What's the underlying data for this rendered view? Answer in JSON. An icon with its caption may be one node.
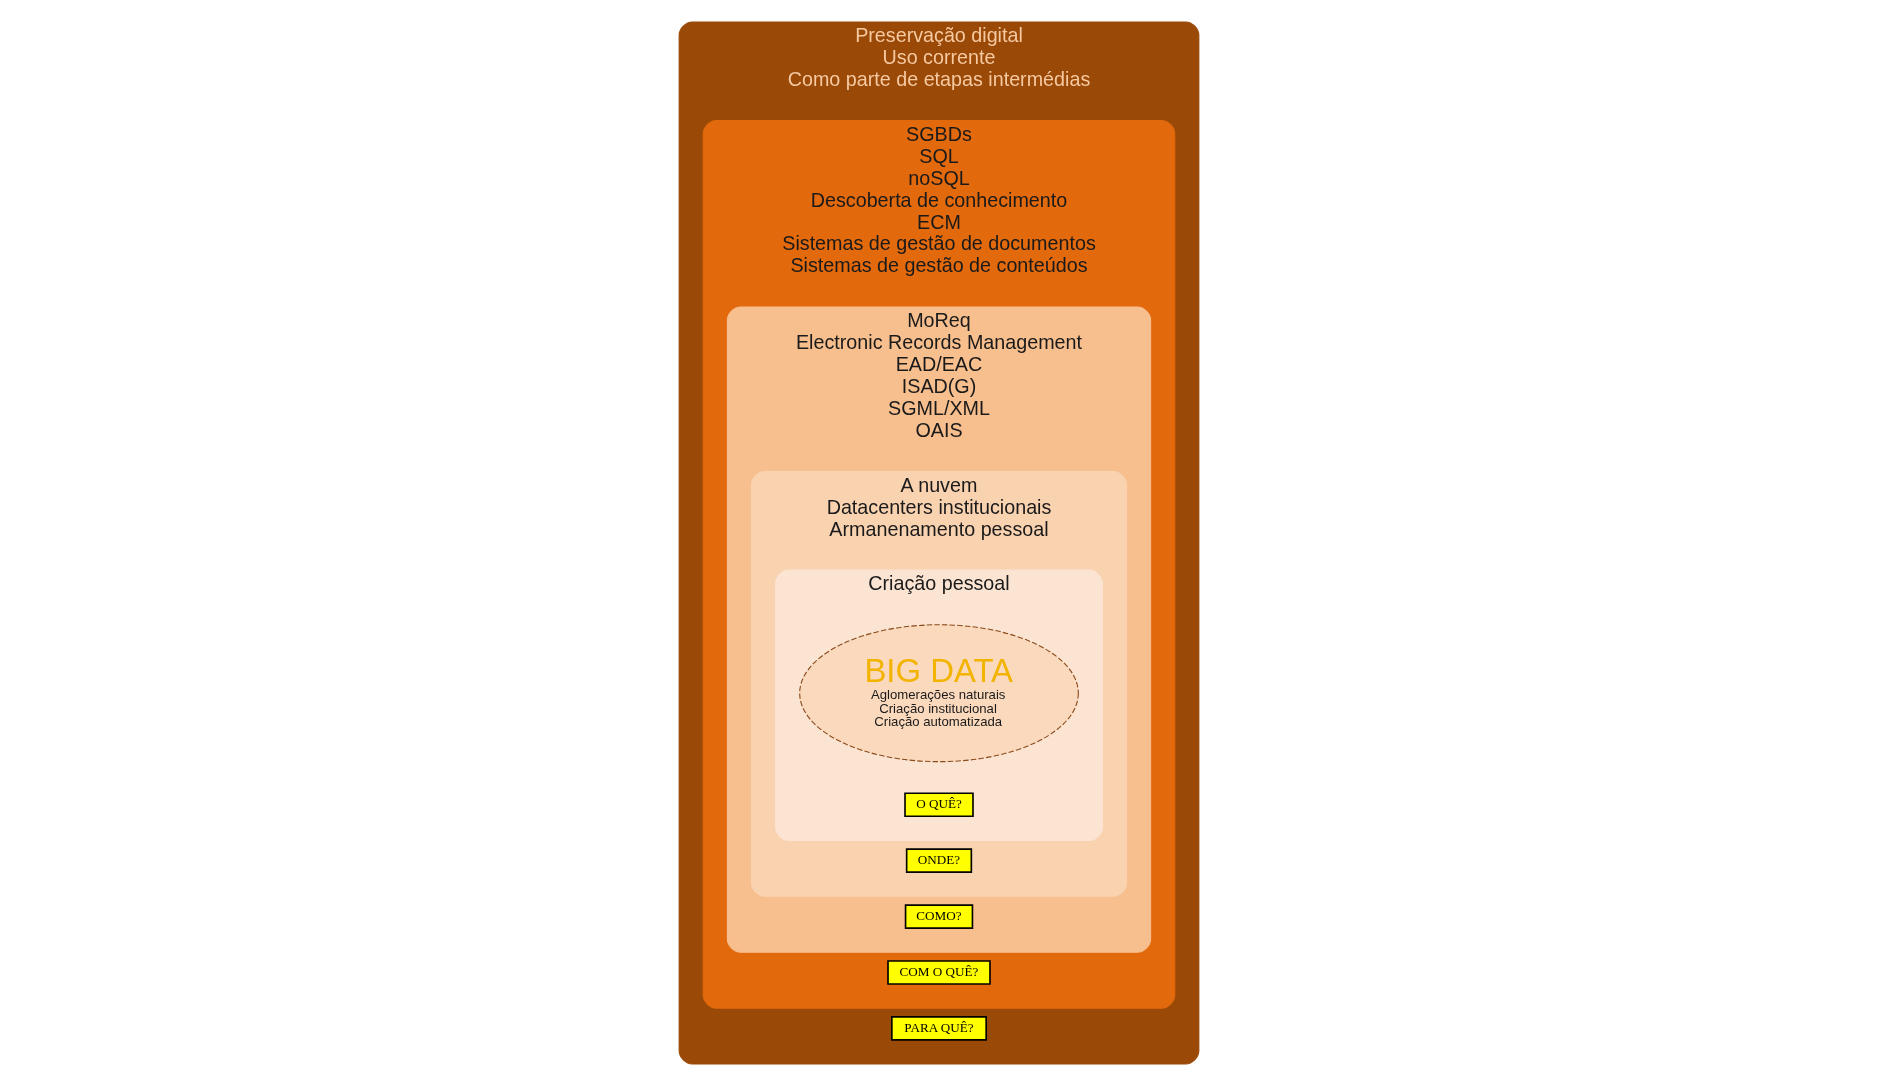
{
  "diagram": {
    "nodes": [
      {
        "text": [
          "Preservação digital",
          "Uso corrente",
          "Como parte de etapas intermédias"
        ]
      },
      {
        "text": [
          "PARA QUÊ?"
        ],
        "in": 0
      },
      {
        "text": [
          "SGBDs",
          "SQL",
          "noSQL",
          "Descoberta de conhecimento",
          "ECM",
          "Sistemas de gestão de documentos",
          "Sistemas de gestão de conteúdos"
        ],
        "in": 0
      },
      {
        "text": [
          "COM O QUÊ?"
        ],
        "in": 2
      },
      {
        "text": [
          "MoReq",
          "Electronic Records Management",
          "EAD/EAC",
          "ISAD(G)",
          "SGML/XML",
          "OAIS"
        ],
        "in": 2
      },
      {
        "text": [
          "COMO?"
        ],
        "in": 4
      },
      {
        "text": [
          "A nuvem",
          "Datacenters institucionais",
          "Armanenamento pessoal"
        ],
        "in": 4
      },
      {
        "text": [
          "ONDE?"
        ],
        "in": 6
      },
      {
        "text": [
          "Criação pessoal"
        ],
        "in": 6
      },
      {
        "text": [
          "O QUÊ?"
        ],
        "in": 8
      },
      {
        "text": [
          "BIG DATA",
          "Aglomerações naturais",
          "Criação institucional",
          "Criação automatizada"
        ],
        "in": 8
      }
    ],
    "edges": []
  }
}
